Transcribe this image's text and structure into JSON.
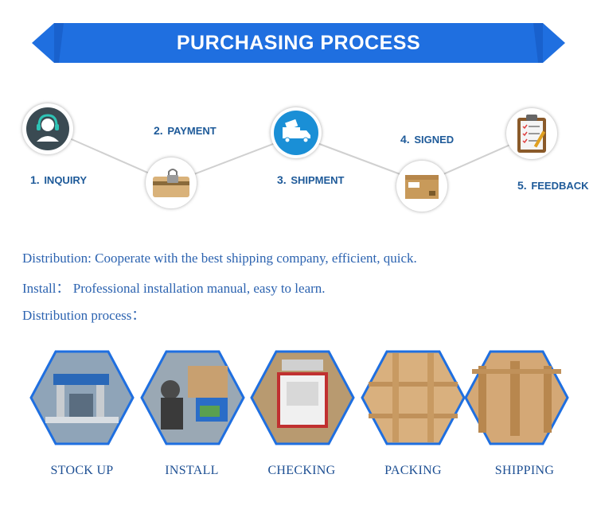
{
  "header": {
    "title": "PURCHASING PROCESS",
    "color": "#1f6fe0"
  },
  "steps": [
    {
      "number": "1.",
      "label": "INQUIRY",
      "icon": "customer-service-headset-icon"
    },
    {
      "number": "2.",
      "label": "PAYMENT",
      "icon": "bank-card-icon"
    },
    {
      "number": "3.",
      "label": "SHIPMENT",
      "icon": "delivery-truck-icon"
    },
    {
      "number": "4.",
      "label": "SIGNED",
      "icon": "cardboard-box-icon"
    },
    {
      "number": "5.",
      "label": "FEEDBACK",
      "icon": "clipboard-checklist-icon"
    }
  ],
  "intro": {
    "distribution": "Distribution: Cooperate with the best shipping company, efficient, quick.",
    "install": "Install： Professional installation manual, easy to learn.",
    "process_heading": "Distribution process："
  },
  "process": [
    {
      "label": "STOCK UP",
      "image": "machines-in-warehouse"
    },
    {
      "label": "INSTALL",
      "image": "worker-assembling-parts"
    },
    {
      "label": "CHECKING",
      "image": "machine-in-red-frame"
    },
    {
      "label": "PACKING",
      "image": "wooden-crate-closeup"
    },
    {
      "label": "SHIPPING",
      "image": "wooden-shipping-crate"
    }
  ],
  "colors": {
    "label_blue": "#1e5a99",
    "intro_blue": "#2c63b0",
    "hex_border": "#1f6fe0"
  }
}
